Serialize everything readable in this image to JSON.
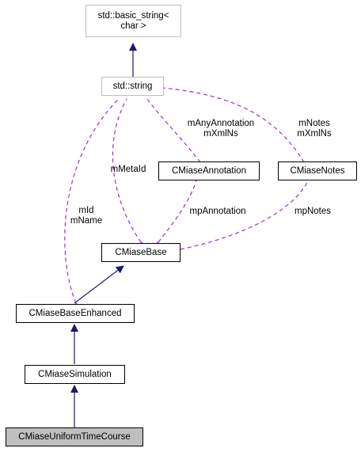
{
  "diagram": {
    "nodes": {
      "basic_string": {
        "label": "std::basic_string<\nchar >"
      },
      "string": {
        "label": "std::string"
      },
      "annotation": {
        "label": "CMiaseAnnotation"
      },
      "notes": {
        "label": "CMiaseNotes"
      },
      "base": {
        "label": "CMiaseBase"
      },
      "base_enhanced": {
        "label": "CMiaseBaseEnhanced"
      },
      "simulation": {
        "label": "CMiaseSimulation"
      },
      "uniform_time_course": {
        "label": "CMiaseUniformTimeCourse"
      }
    },
    "edge_labels": {
      "any_annotation": "mAnyAnnotation\nmXmlNs",
      "notes_members": "mNotes\nmXmlNs",
      "meta_id": "mMetaId",
      "id_name": "mId\nmName",
      "mp_annotation": "mpAnnotation",
      "mp_notes": "mpNotes"
    },
    "colors": {
      "inheritance_edge": "#191970",
      "usage_edge": "#9a32cd",
      "external_border": "#bfbfbf",
      "focus_fill": "#bfbfbf"
    }
  }
}
